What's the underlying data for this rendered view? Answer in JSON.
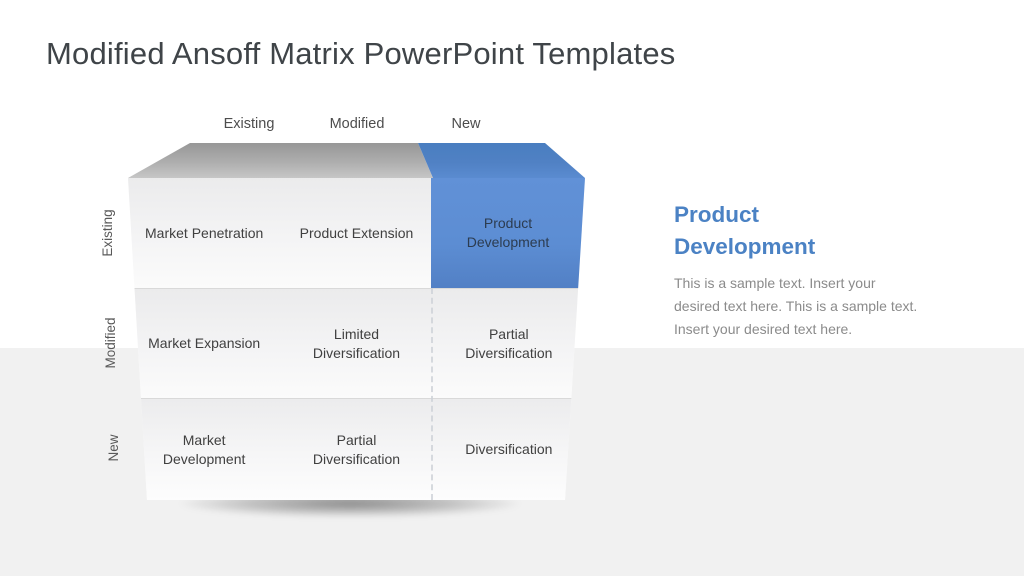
{
  "slide": {
    "title": "Modified Ansoff Matrix PowerPoint Templates"
  },
  "matrix": {
    "column_headers": [
      "Existing",
      "Modified",
      "New"
    ],
    "row_headers": [
      "Existing",
      "Modified",
      "New"
    ],
    "cells": [
      "Market Penetration",
      "Product Extension",
      "Product Development",
      "Market Expansion",
      "Limited Diversification",
      "Partial Diversification",
      "Market Development",
      "Partial Diversification",
      "Diversification"
    ],
    "highlighted_cell": "Product Development",
    "colors": {
      "highlight_blue": "#5c8dd3",
      "top_face_gray": "#aeaeae",
      "cell_text": "#404040",
      "background_band": "#f1f1f1"
    }
  },
  "detail": {
    "heading": "Product Development",
    "body": "This is a sample text. Insert your desired text here. This is a sample text. Insert your desired text here."
  }
}
